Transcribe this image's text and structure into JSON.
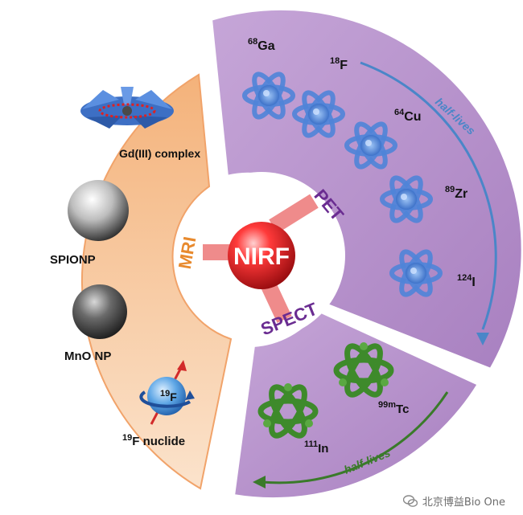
{
  "center": {
    "label": "NIRF"
  },
  "modalities": {
    "mri": "MRI",
    "pet": "PET",
    "spect": "SPECT"
  },
  "mri_agents": [
    {
      "label": "Gd(III) complex"
    },
    {
      "label": "SPIONP"
    },
    {
      "label": "MnO NP"
    },
    {
      "sup": "19",
      "label": "F nuclide",
      "sphere_sup": "19",
      "sphere_label": "F"
    }
  ],
  "pet_nuclides": [
    {
      "sup": "68",
      "label": "Ga"
    },
    {
      "sup": "18",
      "label": "F"
    },
    {
      "sup": "64",
      "label": "Cu"
    },
    {
      "sup": "89",
      "label": "Zr"
    },
    {
      "sup": "124",
      "label": "I"
    }
  ],
  "pet_arrow_label": "half-lives",
  "spect_nuclides": [
    {
      "sup": "99m",
      "label": "Tc"
    },
    {
      "sup": "111",
      "label": "In"
    }
  ],
  "spect_arrow_label": "half-lives",
  "watermark": "北京博益Bio One",
  "colors": {
    "mri_sector": "#f7c99a",
    "pet_sector": "#b794cc",
    "spect_sector": "#b794cc",
    "nirf_sphere": "#e0262c",
    "connector": "#f08a8a",
    "pet_atom": "#4a7fd6",
    "spect_atom": "#3f8f2e",
    "pet_arrow": "#4a86c8",
    "spect_arrow": "#3a7a2a"
  },
  "icons": {
    "gd_complex": "gd-complex-molecule-icon",
    "spionp": "silver-sphere-icon",
    "mno": "dark-sphere-icon",
    "f19": "spinning-sphere-icon",
    "atom": "atom-icon",
    "watermark": "wechat-icon"
  }
}
